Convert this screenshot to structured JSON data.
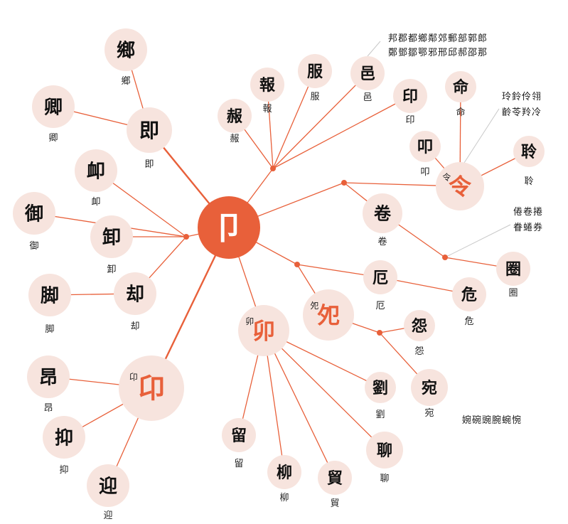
{
  "colors": {
    "accent": "#e8603a",
    "bubble": "#f7e4de",
    "line": "#e8603a",
    "glyph": "#111111",
    "label": "#222222",
    "gray_line": "#c8c8c8"
  },
  "center": {
    "glyph": "卩",
    "label": "卩"
  },
  "nodes": [
    {
      "id": "xiang",
      "glyph": "鄉",
      "label": "鄉"
    },
    {
      "id": "qing",
      "glyph": "卿",
      "label": "卿"
    },
    {
      "id": "ji",
      "glyph": "即",
      "label": "即"
    },
    {
      "id": "xu",
      "glyph": "卹",
      "label": "卹"
    },
    {
      "id": "yu_road",
      "glyph": "御",
      "label": "御"
    },
    {
      "id": "yu",
      "glyph": "卸",
      "label": "卸"
    },
    {
      "id": "jiao",
      "glyph": "脚",
      "label": "脚"
    },
    {
      "id": "que",
      "glyph": "却",
      "label": "却"
    },
    {
      "id": "ang_big",
      "glyph": "卬",
      "label": "卬"
    },
    {
      "id": "ang",
      "glyph": "昂",
      "label": "昂"
    },
    {
      "id": "yi",
      "glyph": "抑",
      "label": "抑"
    },
    {
      "id": "ying",
      "glyph": "迎",
      "label": "迎"
    },
    {
      "id": "fu_bao",
      "glyph": "赧",
      "label": "赧"
    },
    {
      "id": "bao",
      "glyph": "報",
      "label": "報"
    },
    {
      "id": "fu",
      "glyph": "服",
      "label": "服"
    },
    {
      "id": "yi_city",
      "glyph": "邑",
      "label": "邑"
    },
    {
      "id": "yin",
      "glyph": "印",
      "label": "印"
    },
    {
      "id": "ming",
      "glyph": "命",
      "label": "命"
    },
    {
      "id": "kou",
      "glyph": "叩",
      "label": "叩"
    },
    {
      "id": "ling",
      "glyph": "令",
      "label": "令"
    },
    {
      "id": "ling_e",
      "glyph": "聆",
      "label": "聆"
    },
    {
      "id": "juan",
      "glyph": "卷",
      "label": "卷"
    },
    {
      "id": "quan",
      "glyph": "圈",
      "label": "圈"
    },
    {
      "id": "e",
      "glyph": "厄",
      "label": "厄"
    },
    {
      "id": "wei",
      "glyph": "危",
      "label": "危"
    },
    {
      "id": "yuan",
      "glyph": "夗",
      "label": "夗"
    },
    {
      "id": "yuan_h",
      "glyph": "怨",
      "label": "怨"
    },
    {
      "id": "wan",
      "glyph": "宛",
      "label": "宛"
    },
    {
      "id": "mao",
      "glyph": "卯",
      "label": "卯"
    },
    {
      "id": "liu_k",
      "glyph": "劉",
      "label": "劉"
    },
    {
      "id": "liao",
      "glyph": "聊",
      "label": "聊"
    },
    {
      "id": "mao_t",
      "glyph": "貿",
      "label": "貿"
    },
    {
      "id": "liu_w",
      "glyph": "柳",
      "label": "柳"
    },
    {
      "id": "liu",
      "glyph": "留",
      "label": "留"
    }
  ],
  "captions": {
    "yi_group_1": "邦郡都鄉鄰郊郵部郭郎",
    "yi_group_2": "鄭鄧鄒鄂邪邢邱郝邵那",
    "ling_group_1": "玲鈴伶翎",
    "ling_group_2": "齡苓羚冷",
    "juan_group_1": "倦卷捲",
    "juan_group_2": "眷蜷券",
    "wan_group": "婉碗豌腕蜿惋"
  }
}
